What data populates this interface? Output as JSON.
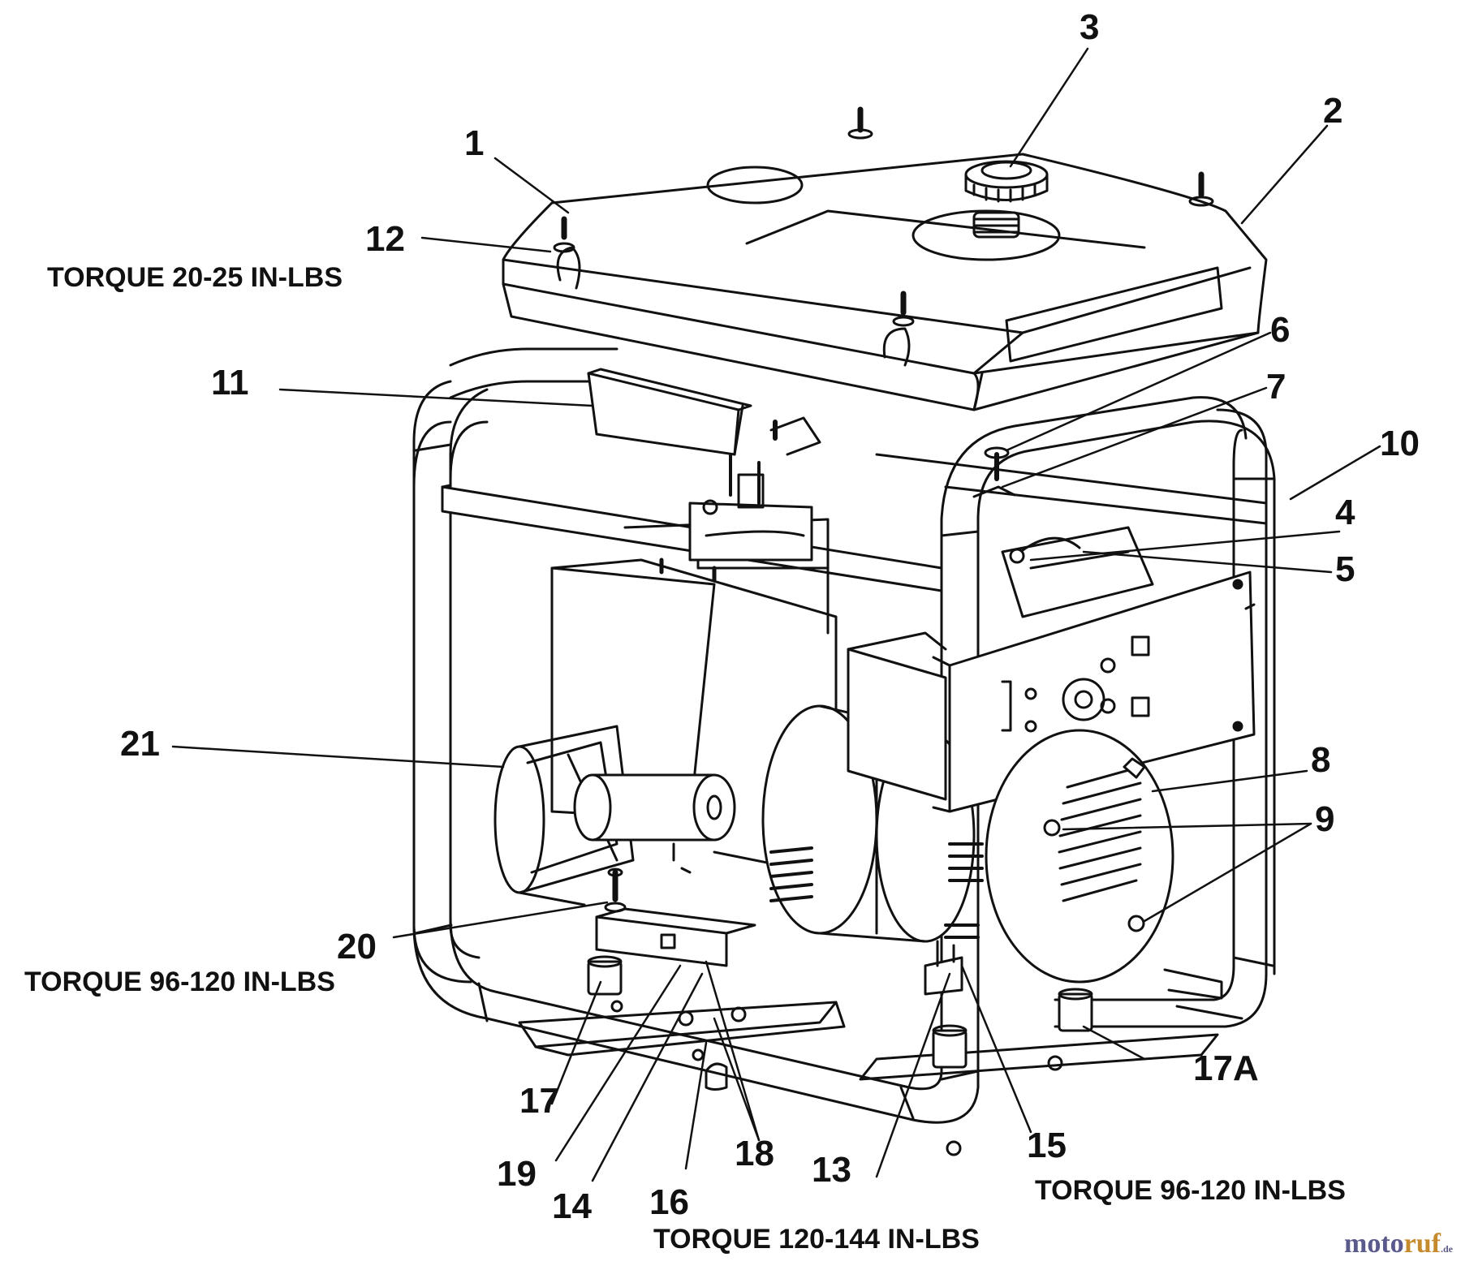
{
  "callouts": [
    {
      "id": "1",
      "text": "1"
    },
    {
      "id": "2",
      "text": "2"
    },
    {
      "id": "3",
      "text": "3"
    },
    {
      "id": "4",
      "text": "4"
    },
    {
      "id": "5",
      "text": "5"
    },
    {
      "id": "6",
      "text": "6"
    },
    {
      "id": "7",
      "text": "7"
    },
    {
      "id": "8",
      "text": "8"
    },
    {
      "id": "9",
      "text": "9"
    },
    {
      "id": "10",
      "text": "10"
    },
    {
      "id": "11",
      "text": "11"
    },
    {
      "id": "12",
      "text": "12"
    },
    {
      "id": "13",
      "text": "13"
    },
    {
      "id": "14",
      "text": "14"
    },
    {
      "id": "15",
      "text": "15"
    },
    {
      "id": "16",
      "text": "16"
    },
    {
      "id": "17",
      "text": "17"
    },
    {
      "id": "17A",
      "text": "17A"
    },
    {
      "id": "18",
      "text": "18"
    },
    {
      "id": "19",
      "text": "19"
    },
    {
      "id": "20",
      "text": "20"
    },
    {
      "id": "21",
      "text": "21"
    }
  ],
  "torque_notes": {
    "t1": "TORQUE 20-25 IN-LBS",
    "t2": "TORQUE 96-120 IN-LBS",
    "t3": "TORQUE 96-120 IN-LBS",
    "t4": "TORQUE 120-144 IN-LBS"
  },
  "watermark": {
    "part1": "moto",
    "part2": "ruf",
    "part3": ".de"
  }
}
